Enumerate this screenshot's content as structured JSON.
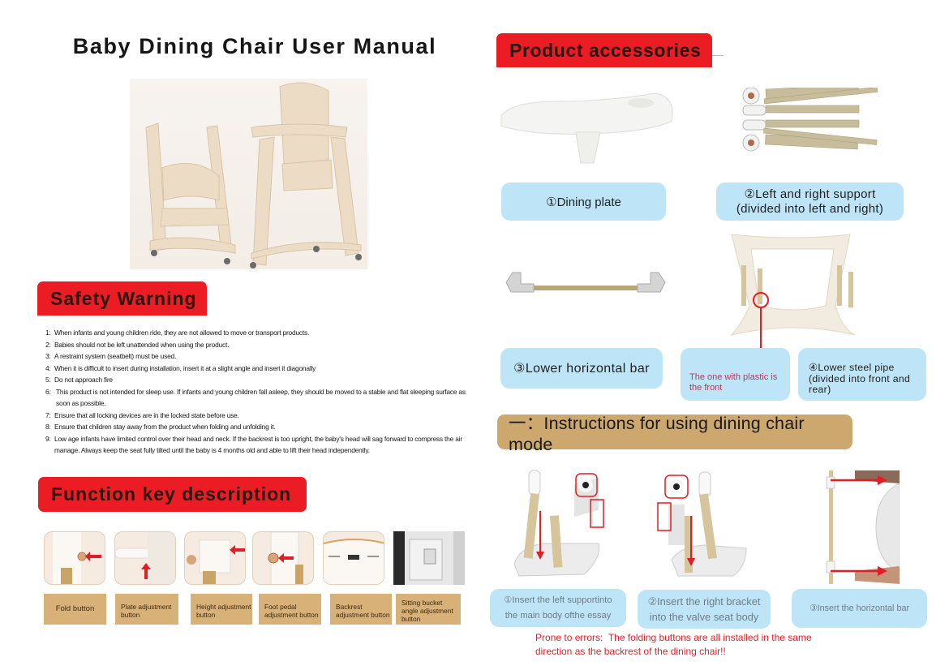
{
  "document": {
    "title": "Baby Dining Chair User Manual",
    "colors": {
      "red_banner": "#ec1c24",
      "gold_banner": "#cca86e",
      "function_label": "#d8b178",
      "label_blue": "#bde5f7",
      "warning_text": "#e8202a"
    }
  },
  "hero_image": {
    "alt": "Two beige baby dining chairs, one folded low and one upright with tray"
  },
  "safety": {
    "heading": "Safety Warning",
    "items": [
      {
        "num": "1:",
        "text": "When infants and young children ride, they are not allowed to move or transport products."
      },
      {
        "num": "2:",
        "text": "Babies should not be left unattended when using the product."
      },
      {
        "num": "3:",
        "text": "A restraint system (seatbelt) must be used."
      },
      {
        "num": "4:",
        "text": "When it is difficult to insert during installation, insert it at a slight angle and insert it diagonally"
      },
      {
        "num": "5:",
        "text": "Do not approach fire"
      },
      {
        "num": "6:",
        "text": "This product is not intended for sleep use. If infants and young children fall asleep, they should be moved to a stable and flat sleeping surface as soon as possible."
      },
      {
        "num": "7:",
        "text": "Ensure that all locking devices are in the locked state before use."
      },
      {
        "num": "8:",
        "text": "Ensure that children stay away from the product when folding and unfolding it."
      },
      {
        "num": "9:",
        "text": "Low age infants have limited control over their head and neck. If the backrest is too upright, the baby's head will sag forward to compress the air manage. Always keep the seat fully tilted until the baby is 4 months old and able to lift their head independently."
      }
    ]
  },
  "function_keys": {
    "heading": "Function key description",
    "items": [
      {
        "label": "Fold button"
      },
      {
        "label": "Plate adjustment button"
      },
      {
        "label": "Height adjustment button"
      },
      {
        "label": "Foot pedal adjustment button"
      },
      {
        "label": "Backrest adjustment button"
      },
      {
        "label": "Sitting bucket angle adjustment button"
      }
    ]
  },
  "accessories": {
    "heading": "Product accessories",
    "items": [
      {
        "label": "①Dining plate"
      },
      {
        "label_line1": "②Left and right support",
        "label_line2": "(divided into left and right)"
      },
      {
        "label": "③Lower horizontal bar"
      },
      {
        "label": "④Lower steel pipe (divided into front and rear)"
      }
    ],
    "note": "The one with plastic is the front"
  },
  "instructions": {
    "heading": "一：Instructions for using dining chair mode",
    "steps": [
      {
        "line1": "①Insert the left supportinto",
        "line2": "the main body ofthe essay"
      },
      {
        "line1": "②Insert the right bracket",
        "line2": "into the valve seat body"
      },
      {
        "line1": "③Insert the horizontal bar"
      }
    ],
    "warning_line1": "Prone to errors:  The folding buttons are all installed in the same",
    "warning_line2": "direction as the backrest of the dining chair!!"
  }
}
